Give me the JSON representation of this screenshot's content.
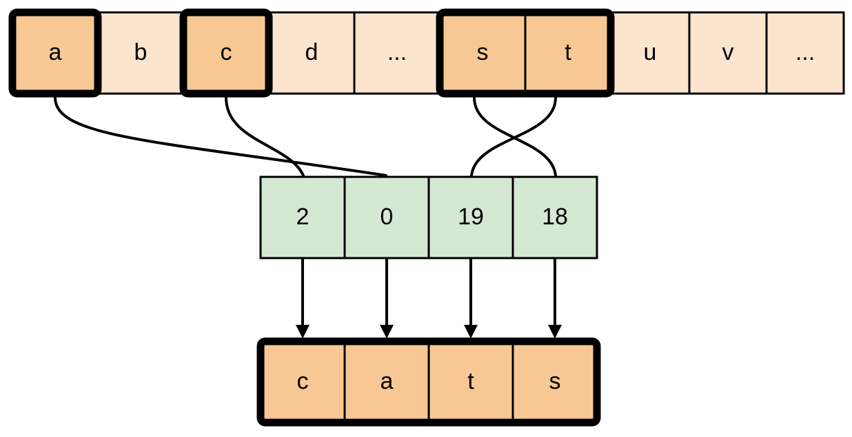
{
  "diagram": {
    "title": "Index-based character lookup diagram",
    "colors": {
      "alphabet_highlight": "#F7C894",
      "alphabet_plain": "#FBE5CF",
      "index_fill": "#D5E8D4",
      "result_fill": "#F7C894",
      "stroke": "#000000",
      "background": "#FFFFFF"
    },
    "alphabet_row": {
      "name": "alphabet-row",
      "cells": [
        {
          "label": "a",
          "highlighted": true,
          "outlined": true
        },
        {
          "label": "b",
          "highlighted": false,
          "outlined": false
        },
        {
          "label": "c",
          "highlighted": true,
          "outlined": true
        },
        {
          "label": "d",
          "highlighted": false,
          "outlined": false
        },
        {
          "label": "...",
          "highlighted": false,
          "outlined": false
        },
        {
          "label": "s",
          "highlighted": true,
          "outlined": true
        },
        {
          "label": "t",
          "highlighted": true,
          "outlined": true
        },
        {
          "label": "u",
          "highlighted": false,
          "outlined": false
        },
        {
          "label": "v",
          "highlighted": false,
          "outlined": false
        },
        {
          "label": "...",
          "highlighted": false,
          "outlined": false
        }
      ]
    },
    "index_row": {
      "name": "index-row",
      "cells": [
        {
          "label": "2"
        },
        {
          "label": "0"
        },
        {
          "label": "19"
        },
        {
          "label": "18"
        }
      ]
    },
    "result_row": {
      "name": "result-row",
      "cells": [
        {
          "label": "c"
        },
        {
          "label": "a"
        },
        {
          "label": "t"
        },
        {
          "label": "s"
        }
      ]
    },
    "mappings": [
      {
        "from_letter": "a",
        "to_index_value": "0",
        "from_cell": 0,
        "to_cell": 1
      },
      {
        "from_letter": "c",
        "to_index_value": "2",
        "from_cell": 2,
        "to_cell": 0
      },
      {
        "from_letter": "s",
        "to_index_value": "18",
        "from_cell": 5,
        "to_cell": 3
      },
      {
        "from_letter": "t",
        "to_index_value": "19",
        "from_cell": 6,
        "to_cell": 2
      }
    ],
    "arrows": [
      {
        "from_index_value": "2",
        "to_letter": "c"
      },
      {
        "from_index_value": "0",
        "to_letter": "a"
      },
      {
        "from_index_value": "19",
        "to_letter": "t"
      },
      {
        "from_index_value": "18",
        "to_letter": "s"
      }
    ]
  }
}
